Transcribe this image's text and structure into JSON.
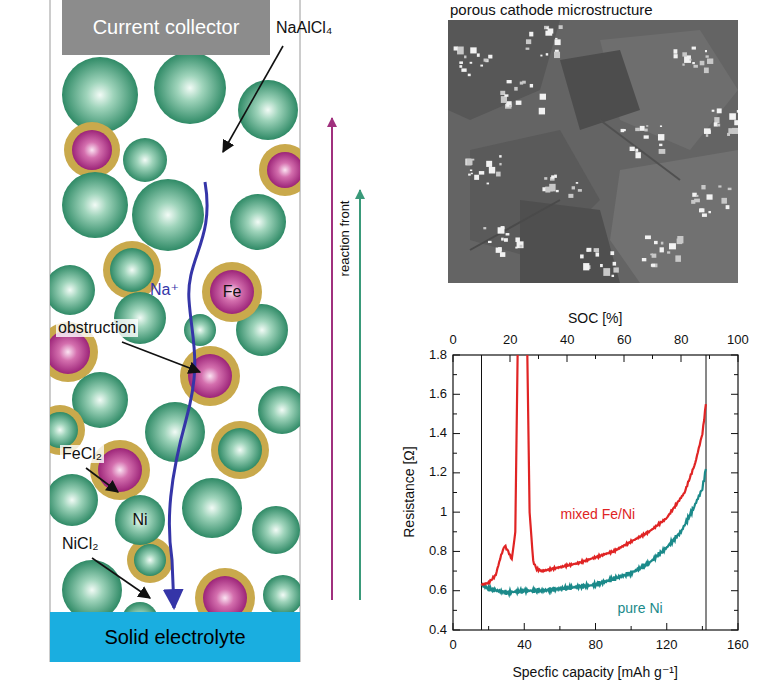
{
  "diagram": {
    "nodes": [
      {
        "text": [
          "Current collector"
        ]
      },
      {
        "text": [
          "Fe"
        ]
      },
      {
        "text": [
          "Ni"
        ]
      },
      {
        "text": [
          "Solid electrolyte"
        ]
      }
    ],
    "labels": [
      "NaAlCl₄",
      "Na⁺",
      "reaction front",
      "obstruction",
      "FeCl₂",
      "NiCl₂",
      "porous cathode microstructure",
      "SOC [%]",
      "0",
      "20",
      "40",
      "60",
      "80",
      "100",
      "1.8",
      "1.6",
      "1.4",
      "1.2",
      "1",
      "0.8",
      "0.6",
      "0.4",
      "Resistance [Ω]",
      "0",
      "40",
      "80",
      "120",
      "160",
      "Specfic capacity [mAh g⁻¹]",
      "mixed Fe/Ni",
      "pure Ni"
    ]
  }
}
